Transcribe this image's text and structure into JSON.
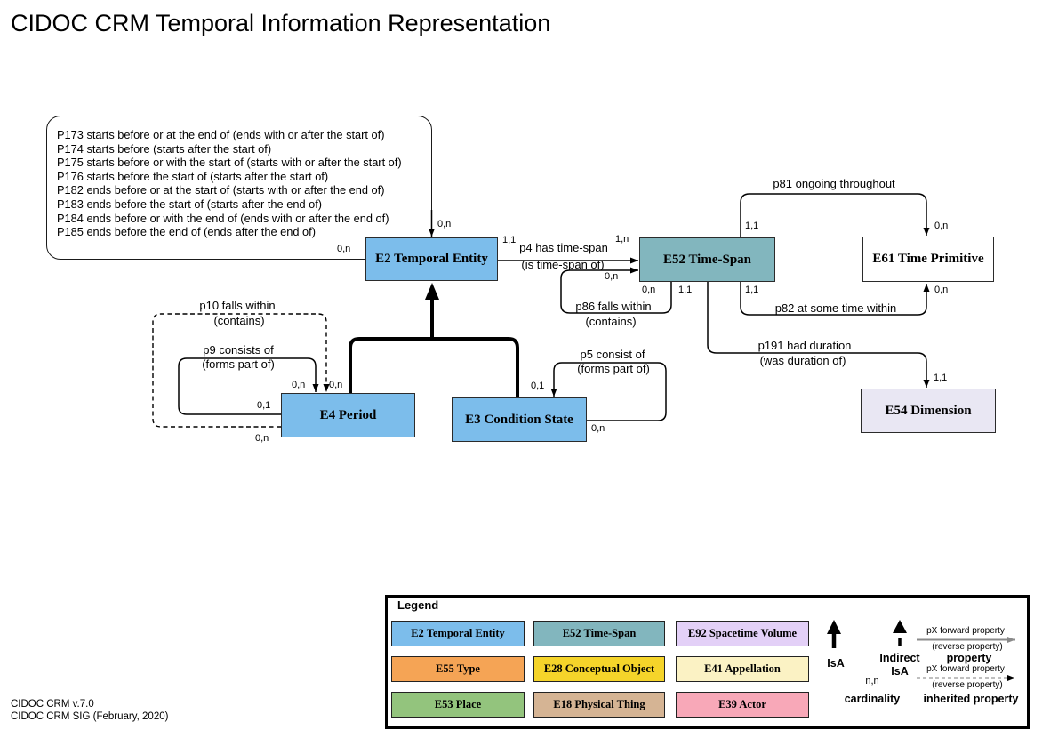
{
  "title": "CIDOC CRM Temporal Information Representation",
  "footer": {
    "line1": "CIDOC CRM v.7.0",
    "line2": "CIDOC CRM SIG (February, 2020)"
  },
  "p17x_box": {
    "lines": [
      "P173 starts before or at the end of (ends with or after the start of)",
      "P174 starts before (starts after the start of)",
      "P175 starts before or with the start of (starts with or after the start of)",
      "P176 starts before the start of (starts after the start of)",
      "P182 ends before or at the start of (starts with or after the end of)",
      "P183 ends before the start of (starts after the end of)",
      "P184 ends before or with the end of (ends with or after the end of)",
      "P185 ends before the end of (ends after the end of)"
    ],
    "card_from": "0,n",
    "card_to": "0,n"
  },
  "nodes": {
    "e2": {
      "label": "E2 Temporal Entity",
      "color": "#7CBDEB"
    },
    "e52": {
      "label": "E52 Time-Span",
      "color": "#82B6BE"
    },
    "e61": {
      "label": "E61 Time Primitive",
      "color": "#FFFFFF"
    },
    "e4": {
      "label": "E4 Period",
      "color": "#7CBDEB"
    },
    "e3": {
      "label": "E3 Condition State",
      "color": "#7CBDEB"
    },
    "e54": {
      "label": "E54 Dimension",
      "color": "#E9E7F3"
    }
  },
  "props": {
    "p4": {
      "name": "p4 has time-span",
      "reverse": "(is time-span of)",
      "card_from": "1,1",
      "card_to": "1,n"
    },
    "p86": {
      "name": "p86 falls within",
      "reverse": "(contains)",
      "card_from": "0,n",
      "card_to": "0,n"
    },
    "p81": {
      "name": "p81 ongoing throughout",
      "card_from": "1,1",
      "card_to": "0,n"
    },
    "p82": {
      "name": "p82 at some time within",
      "card_from": "1,1",
      "card_to": "0,n"
    },
    "p191": {
      "name": "p191 had duration",
      "reverse": "(was duration of)",
      "card_from": "1,1",
      "card_to": "1,1"
    },
    "p9": {
      "name": "p9 consists of",
      "reverse": "(forms part of)",
      "card_from": "0,1",
      "card_to": "0,n"
    },
    "p10": {
      "name": "p10 falls within",
      "reverse": "(contains)",
      "card_from": "0,n",
      "card_to": "0,n"
    },
    "p5": {
      "name": "p5 consist of",
      "reverse": "(forms part of)",
      "card_from": "0,1",
      "card_to": "0,n"
    }
  },
  "legend": {
    "title": "Legend",
    "classes": [
      {
        "label": "E2 Temporal Entity",
        "color": "#7CBDEB"
      },
      {
        "label": "E52 Time-Span",
        "color": "#82B6BE"
      },
      {
        "label": "E92 Spacetime Volume",
        "color": "#E3D0F7"
      },
      {
        "label": "E55 Type",
        "color": "#F5A455"
      },
      {
        "label": "E28 Conceptual Object",
        "color": "#F5D42A"
      },
      {
        "label": "E41 Appellation",
        "color": "#FBF2C4"
      },
      {
        "label": "E53 Place",
        "color": "#93C47D"
      },
      {
        "label": "E18 Physical Thing",
        "color": "#D5B494"
      },
      {
        "label": "E39 Actor",
        "color": "#F8A8B8"
      }
    ],
    "isa_label": "IsA",
    "indirect_isa_line1": "Indirect",
    "indirect_isa_line2": "IsA",
    "cardinality_example": "n,n",
    "cardinality_label": "cardinality",
    "property_forward": "pX forward property",
    "property_reverse": "(reverse property)",
    "property_label": "property",
    "inherited_forward": "pX forward property",
    "inherited_reverse": "(reverse property)",
    "inherited_label": "inherited property"
  }
}
